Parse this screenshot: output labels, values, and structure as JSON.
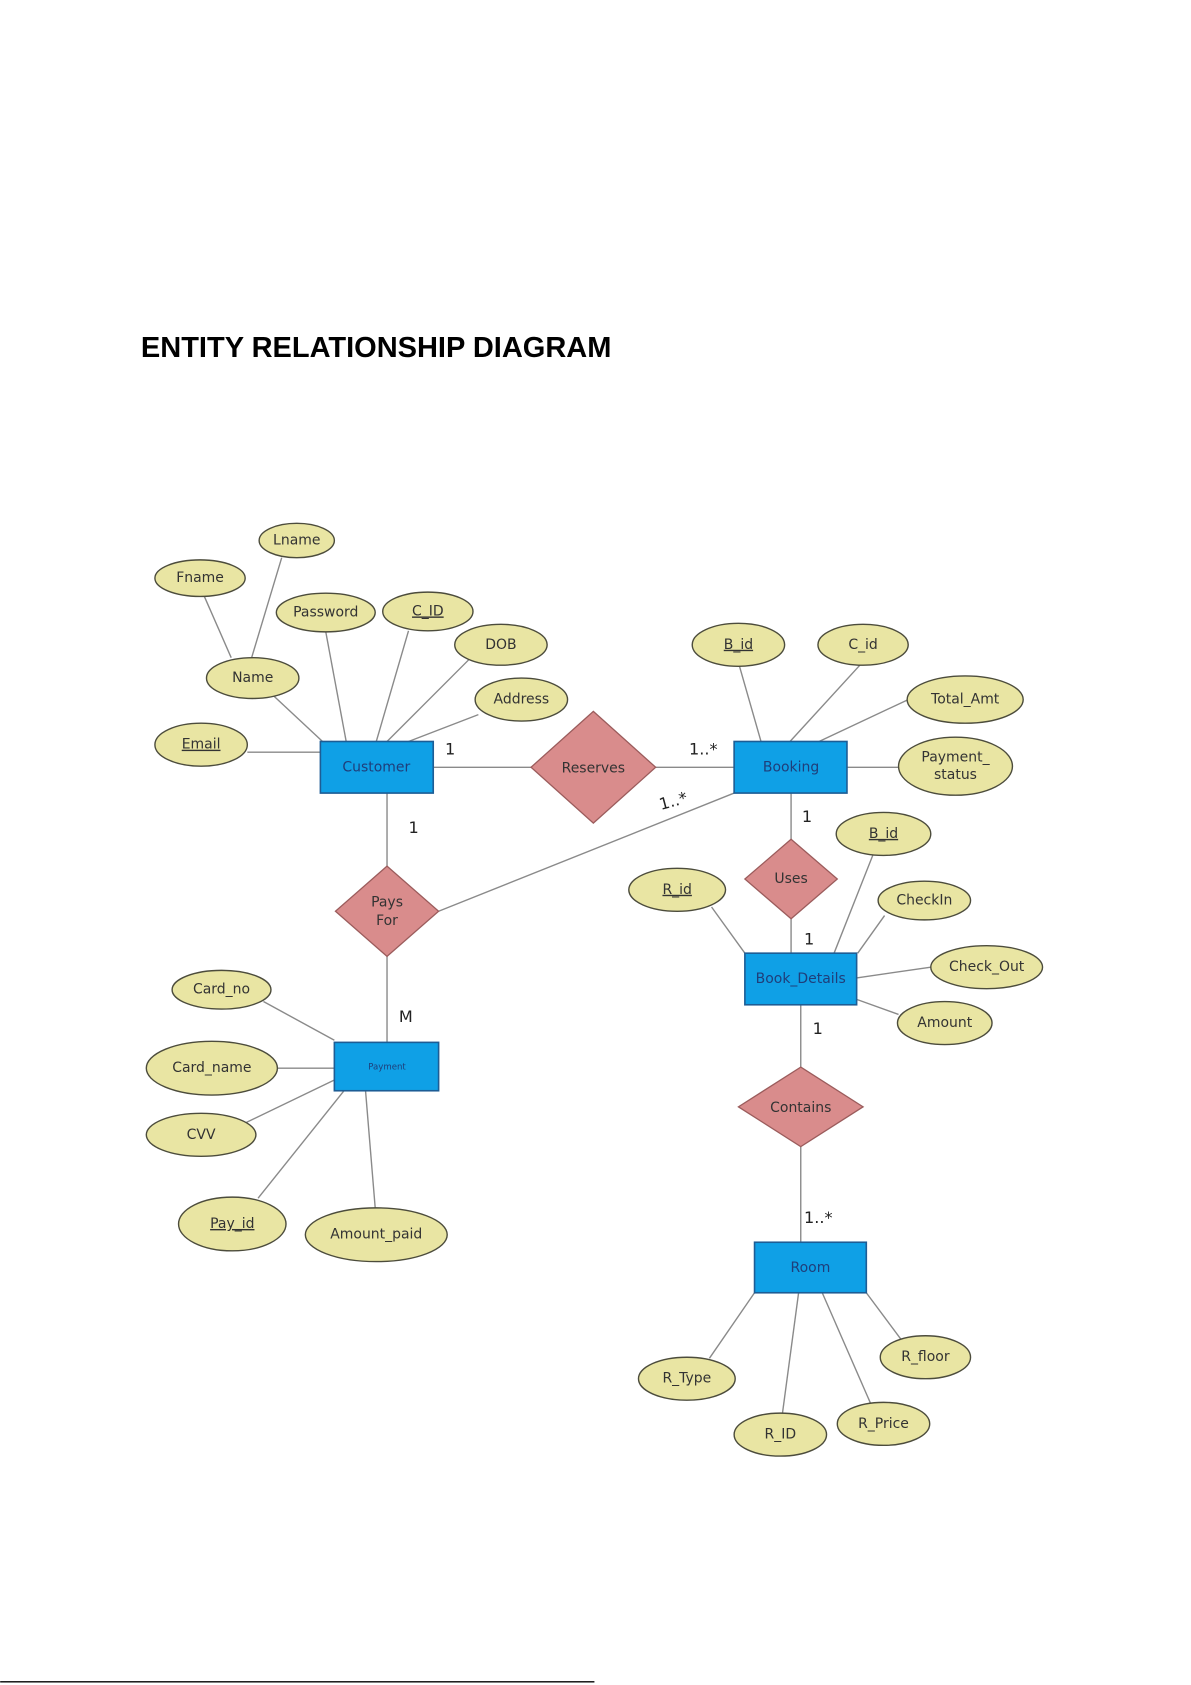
{
  "title": "ENTITY RELATIONSHIP DIAGRAM",
  "colors": {
    "entity": "#0fa0e6",
    "relationship": "#d98c8c",
    "attribute": "#e9e5a3"
  },
  "entities": {
    "customer": "Customer",
    "booking": "Booking",
    "payment": "Payment",
    "book_details": "Book_Details",
    "room": "Room"
  },
  "relationships": {
    "reserves": "Reserves",
    "pays_for_1": "Pays",
    "pays_for_2": "For",
    "uses": "Uses",
    "contains": "Contains"
  },
  "attributes": {
    "lname": "Lname",
    "fname": "Fname",
    "password": "Password",
    "c_id_upper": "C_ID",
    "dob": "DOB",
    "name": "Name",
    "address": "Address",
    "email": "Email",
    "b_id": "B_id",
    "c_id": "C_id",
    "total_amt": "Total_Amt",
    "payment_status_1": "Payment_",
    "payment_status_2": "status",
    "b_id_2": "B_id",
    "r_id": "R_id",
    "checkin": "CheckIn",
    "check_out": "Check_Out",
    "amount": "Amount",
    "card_no": "Card_no",
    "card_name": "Card_name",
    "cvv": "CVV",
    "pay_id": "Pay_id",
    "amount_paid": "Amount_paid",
    "r_type": "R_Type",
    "r_id_upper": "R_ID",
    "r_price": "R_Price",
    "r_floor": "R_floor"
  },
  "cardinalities": {
    "customer_reserves": "1",
    "reserves_booking": "1..*",
    "booking_paysfor": "1..*",
    "customer_paysfor": "1",
    "paysfor_payment": "M",
    "booking_uses": "1",
    "uses_bookdetails": "1",
    "bookdetails_contains": "1",
    "contains_room": "1..*"
  }
}
